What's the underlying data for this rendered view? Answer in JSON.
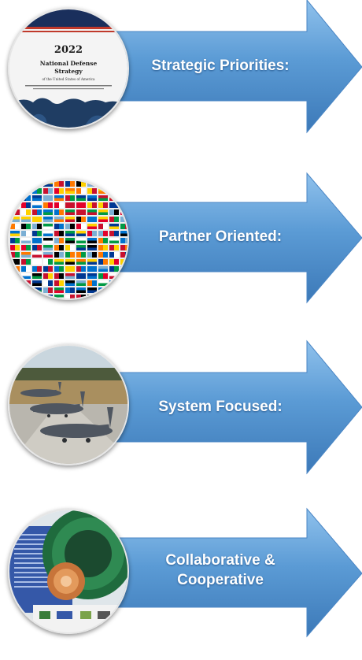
{
  "items": [
    {
      "label": "Strategic Priorities:",
      "image": "national-defense-strategy-cover",
      "cover": {
        "year": "2022",
        "title": "National Defense",
        "title2": "Strategy",
        "subtitle": "of the United States of America"
      }
    },
    {
      "label": "Partner Oriented:",
      "image": "world-flags-collage"
    },
    {
      "label": "System Focused:",
      "image": "tanker-aircraft-on-flightline"
    },
    {
      "label": "Collaborative &",
      "label2": "Cooperative",
      "image": "department-seal-collage"
    }
  ],
  "colors": {
    "arrow_fill": "#5b9bd5",
    "arrow_light": "#8fc1ec",
    "arrow_dark": "#3c79b8",
    "label": "#ffffff"
  }
}
